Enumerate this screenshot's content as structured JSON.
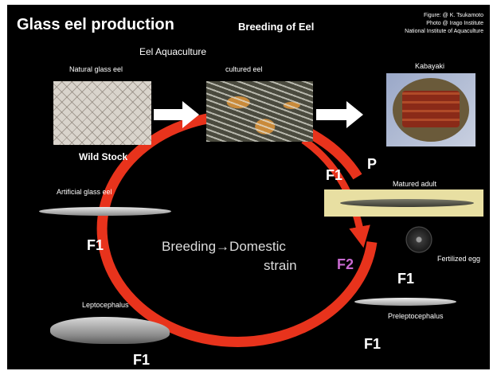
{
  "slide": {
    "title": "Glass eel production",
    "subtitle": "Breeding of Eel",
    "credits": [
      "Figure: @ K. Tsukamoto",
      "Photo @ Irago Institute",
      "National Institute of Aquaculture"
    ],
    "aquaculture_label": "Eel Aquaculture",
    "natural_glass_eel_label": "Natural glass eel",
    "cultured_eel_label": "cultured eel",
    "kabayaki_label": "Kabayaki",
    "wild_stock_label": "Wild Stock",
    "artificial_glass_eel_label": "Artificial glass eel",
    "matured_adult_label": "Matured adult",
    "fertilized_egg_label": "Fertilized egg",
    "leptocephalus_label": "Leptocephalus",
    "preleptocephalus_label": "Preleptocephalus",
    "center_line1": "Breeding→Domestic",
    "center_line2": "strain",
    "gen_f1": "F1",
    "gen_p": "P",
    "gen_f2": "F2"
  },
  "colors": {
    "background": "#000000",
    "cycle_arrow": "#e8331c",
    "f2_label": "#c86ad0",
    "flow_arrow": "#ffffff"
  }
}
